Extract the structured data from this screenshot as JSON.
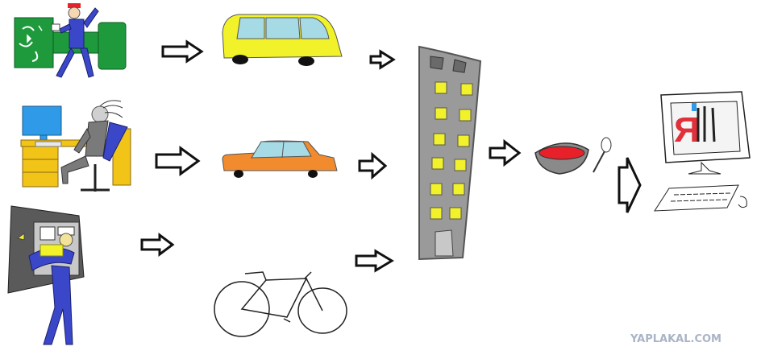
{
  "scene": {
    "people": [
      "worker-with-map",
      "office-worker-at-desk",
      "worker-at-control-panel"
    ],
    "vehicles": [
      "van",
      "car",
      "bicycle"
    ],
    "destination": "office-building",
    "lunch": [
      "bowl-of-soup",
      "spoon"
    ],
    "final": "computer"
  },
  "computer_screen_text": "Я",
  "watermark": {
    "text": "YAPLAKAL.COM",
    "color": "#a9b4c6"
  },
  "colors": {
    "uniform_blue": "#3b47c9",
    "map_green": "#1e9a3c",
    "van_yellow": "#f2f22a",
    "van_window": "#a6dbe6",
    "car_orange": "#f28a2e",
    "building_gray": "#9a9a9a",
    "window_yellow": "#f2f22a",
    "soup_red": "#e8202a",
    "screen_red": "#e0303a"
  }
}
